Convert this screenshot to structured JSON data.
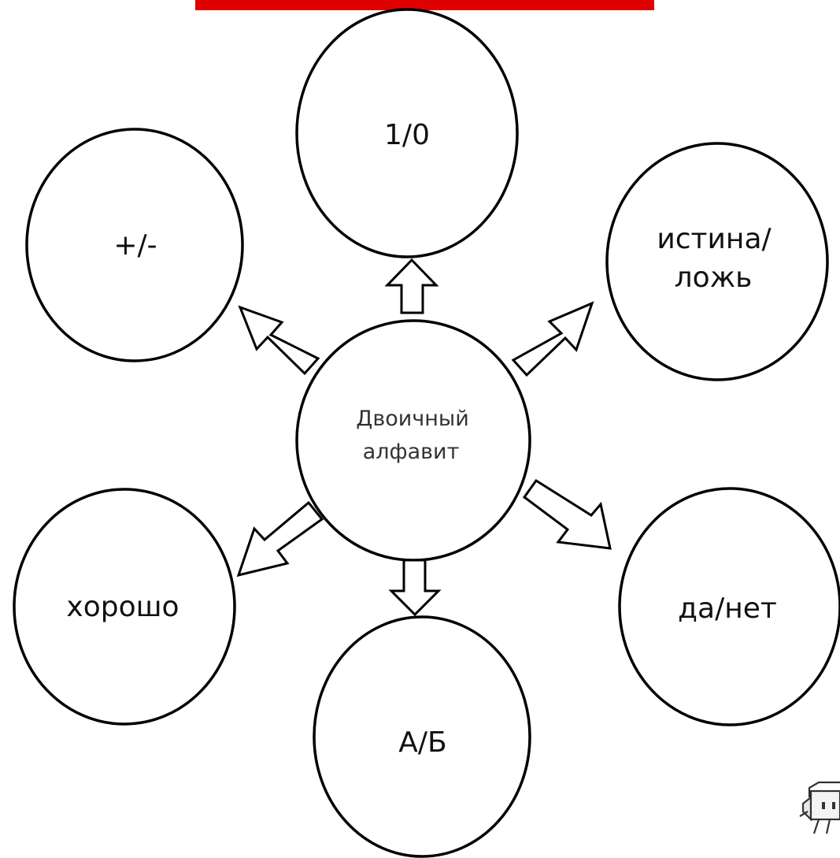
{
  "diagram": {
    "center": {
      "line1": "Двоичный",
      "line2": "алфавит"
    },
    "nodes": {
      "top": "1/0",
      "upper_left": "+/-",
      "upper_right_line1": "истина/",
      "upper_right_line2": "ложь",
      "lower_left": "хорошо",
      "lower_right": "да/нет",
      "bottom": "А/Б"
    },
    "colors": {
      "header_bar": "#e00000",
      "stroke": "#000000",
      "background": "#ffffff"
    },
    "corner_icon": "robot-mascot-icon"
  }
}
